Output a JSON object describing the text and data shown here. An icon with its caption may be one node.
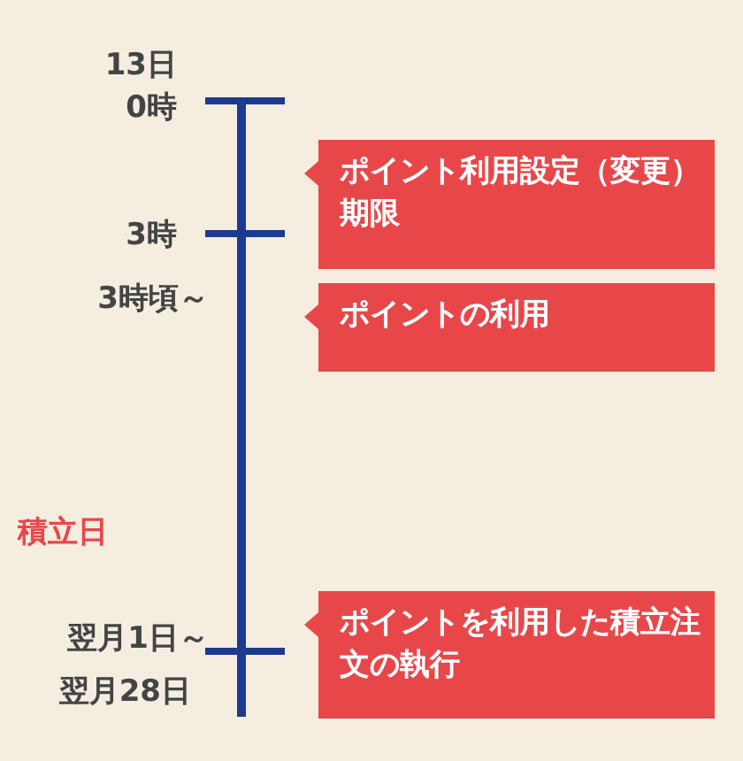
{
  "diagram": {
    "nodes": [
      {
        "text": [
          "ポイント利用設定（変更）期限"
        ]
      },
      {
        "text": [
          "ポイントの利用"
        ]
      },
      {
        "text": [
          "ポイントを利用した積立注文の執行"
        ]
      }
    ],
    "labels": [
      "13日",
      "0時",
      "3時",
      "3時頃～",
      "積立日",
      "翌月1日～",
      "翌月28日"
    ]
  }
}
